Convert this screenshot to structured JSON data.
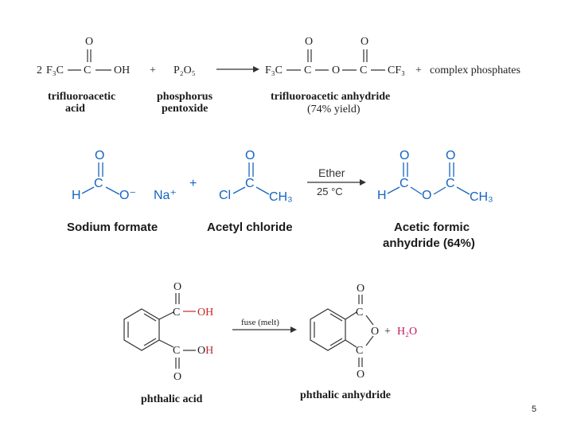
{
  "reaction1": {
    "coefficient": "2",
    "reactant1_formula_group": "F₃C",
    "reactant1_oh": "OH",
    "o": "O",
    "plus1": "+",
    "reactant2_formula": "P₂O₅",
    "product_left": "F₃C",
    "product_bridge_o": "O",
    "product_right": "CF₃",
    "plus2": "+",
    "byproduct": "complex phosphates",
    "label_reactant1_line1": "trifluoroacetic",
    "label_reactant1_line2": "acid",
    "label_reactant2_line1": "phosphorus",
    "label_reactant2_line2": "pentoxide",
    "label_product": "trifluoroacetic anhydride",
    "label_yield": "(74% yield)"
  },
  "reaction2": {
    "h": "H",
    "c": "C",
    "o": "O",
    "o_minus": "O⁻",
    "na_plus": "Na⁺",
    "plus": "+",
    "cl": "Cl",
    "ch3": "CH₃",
    "condition_top": "Ether",
    "condition_bottom": "25 °C",
    "label_reactant1": "Sodium formate",
    "label_reactant2": "Acetyl chloride",
    "label_product_line1": "Acetic formic",
    "label_product_line2": "anhydride (64%)"
  },
  "reaction3": {
    "o": "O",
    "c": "C",
    "oh": "OH",
    "condition": "fuse (melt)",
    "plus": "+",
    "water": "H₂O",
    "label_reactant": "phthalic acid",
    "label_product": "phthalic anhydride"
  },
  "page_number": "5",
  "colors": {
    "blue": "#1565c0",
    "red": "#c62828",
    "magenta": "#c2185b"
  }
}
